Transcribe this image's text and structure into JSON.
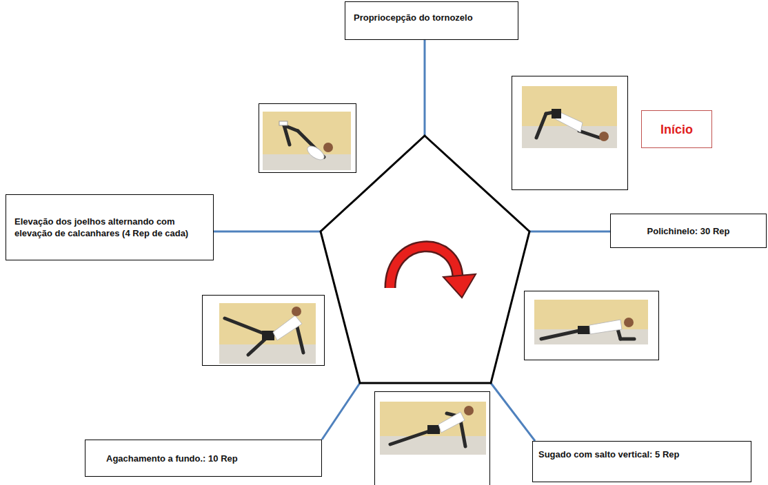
{
  "diagram": {
    "nodes": [
      {
        "text": [
          "Propriocepção do tornozelo"
        ]
      },
      {
        "text": [
          "Início"
        ]
      },
      {
        "text": [
          "Elevação dos joelhos alternando com elevação de calcanhares (4 Rep de cada)"
        ]
      },
      {
        "text": [
          "Polichinelo: 30 Rep"
        ]
      },
      {
        "text": [
          "Agachamento a fundo.: 10 Rep"
        ]
      },
      {
        "text": [
          "Sugado com salto vertical: 5 Rep"
        ]
      }
    ]
  }
}
